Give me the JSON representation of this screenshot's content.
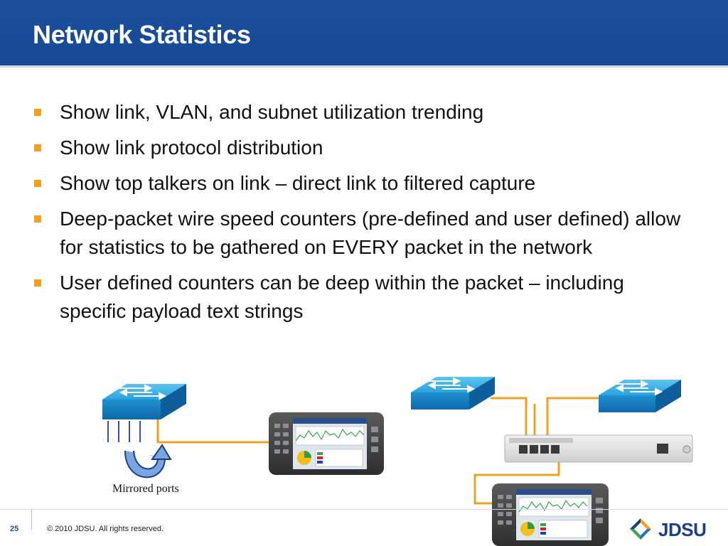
{
  "slide": {
    "title": "Network Statistics",
    "bullets": [
      "Show link, VLAN, and subnet utilization trending",
      "Show link protocol distribution",
      "Show top talkers on link – direct link to filtered capture",
      "Deep-packet wire speed counters (pre-defined and user defined) allow for statistics to be gathered on EVERY packet in the network",
      "User defined counters can be deep within the packet – including specific payload text strings"
    ]
  },
  "diagram": {
    "caption": "Mirrored ports",
    "colors": {
      "switch_top": "#29a8e0",
      "switch_side": "#1177b8",
      "cable": "#f0a020",
      "mirror_lines": "#3a4fb5"
    }
  },
  "footer": {
    "page_number": "25",
    "copyright": "© 2010 JDSU. All rights reserved.",
    "logo_text": "JDSU"
  }
}
